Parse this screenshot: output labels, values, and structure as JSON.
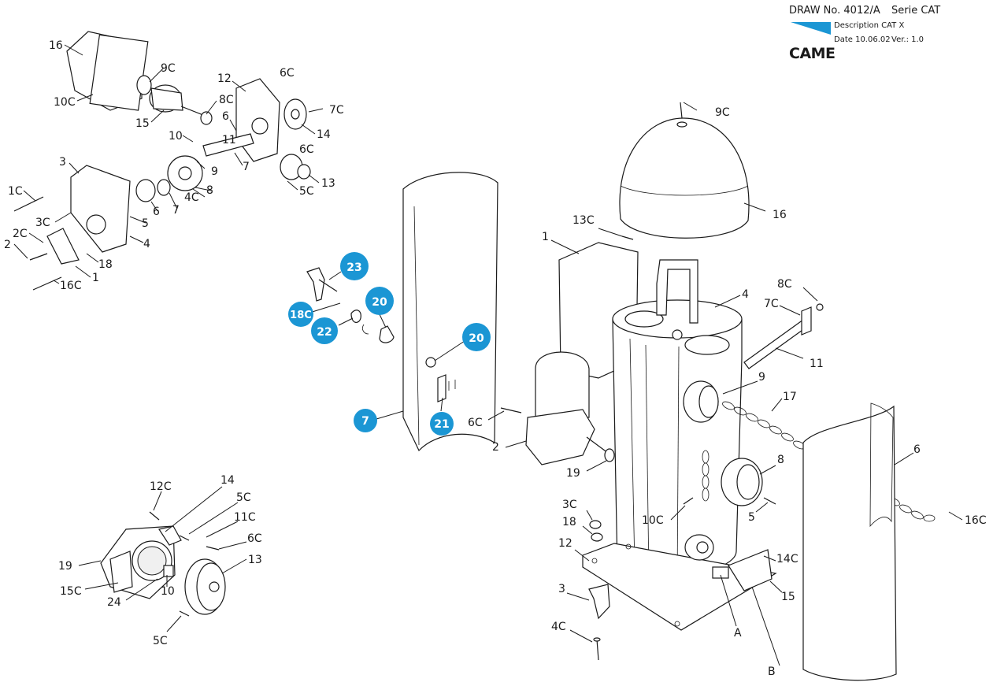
{
  "title_block": {
    "drawing_number": "DRAW No. 4012/A",
    "series": "Serie CAT",
    "description": "Description CAT X",
    "date": "Date 10.06.02",
    "version": "Ver.: 1.0",
    "brand": "CAME",
    "accent_color": "#1b96d4"
  },
  "labels": {
    "top_gear": [
      "16",
      "9C",
      "10C",
      "15",
      "8C",
      "12",
      "6C",
      "7C",
      "6",
      "14",
      "10",
      "11",
      "6C",
      "9",
      "7",
      "13",
      "5C",
      "3",
      "1C",
      "6",
      "7",
      "4C",
      "8",
      "3C",
      "5",
      "2C",
      "2",
      "18",
      "4",
      "16C",
      "1"
    ],
    "column": [
      "9C",
      "16",
      "13C",
      "1",
      "4",
      "8C",
      "7C",
      "11",
      "9",
      "17",
      "6C",
      "2",
      "19",
      "8",
      "6",
      "3C",
      "10C",
      "5",
      "16C",
      "18",
      "12",
      "14C",
      "3",
      "15",
      "4C",
      "A",
      "B"
    ],
    "release": [
      "12C",
      "14",
      "5C",
      "11C",
      "6C",
      "19",
      "13",
      "15C",
      "24",
      "10",
      "5C"
    ]
  },
  "highlighted_parts": [
    "23",
    "20",
    "18C",
    "22",
    "20",
    "7",
    "21"
  ]
}
